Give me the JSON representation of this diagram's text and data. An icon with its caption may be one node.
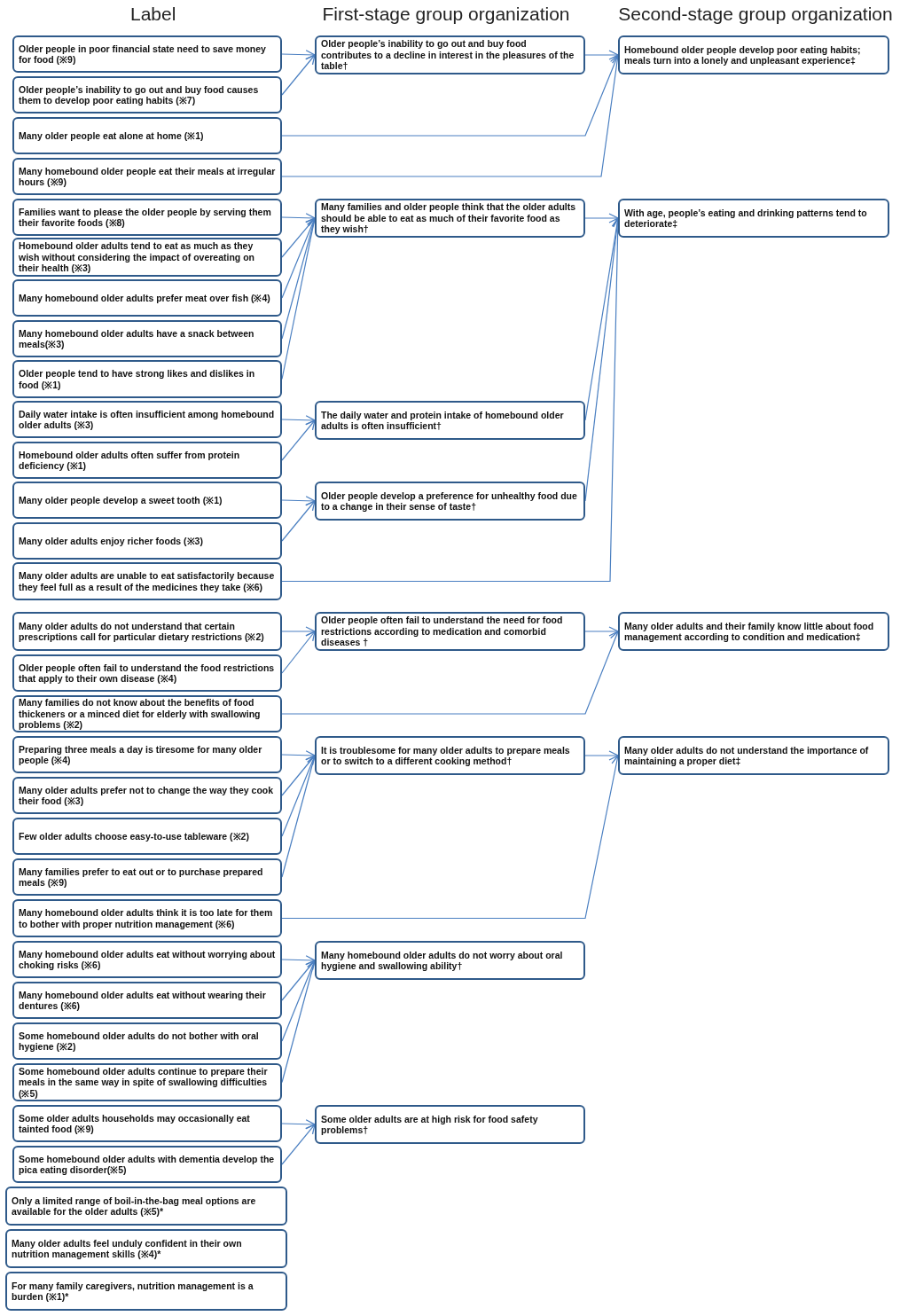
{
  "diagram": {
    "nodes": [
      {
        "text": [
          "Older people in poor financial state need to save money for food (※9)"
        ]
      },
      {
        "text": [
          "Older people’s inability to go out and buy food causes them to develop poor eating habits (※7)"
        ]
      },
      {
        "text": [
          "Many older people eat alone at home (※1)"
        ]
      },
      {
        "text": [
          "Many homebound older people eat their meals at irregular hours (※9)"
        ]
      },
      {
        "text": [
          "Families want to please the older people by serving them their favorite foods (※8)"
        ]
      },
      {
        "text": [
          "Homebound older adults tend to eat as much as they wish without considering the impact of overeating on their health (※3)"
        ]
      },
      {
        "text": [
          "Many homebound older adults prefer meat over fish (※4)"
        ]
      },
      {
        "text": [
          "Many homebound older adults have a snack between meals(※3)"
        ]
      },
      {
        "text": [
          "Older people tend to have strong likes and dislikes in food (※1)"
        ]
      },
      {
        "text": [
          "Daily water intake is often insufficient among homebound older adults (※3)"
        ]
      },
      {
        "text": [
          "Homebound older adults often suffer from protein deficiency (※1)"
        ]
      },
      {
        "text": [
          "Many older people develop a sweet tooth (※1)"
        ]
      },
      {
        "text": [
          "Many older adults enjoy richer foods (※3)"
        ]
      },
      {
        "text": [
          "Many older adults are unable to eat satisfactorily because they feel full as a result of the medicines they take (※6)"
        ]
      },
      {
        "text": [
          "Many older adults do not understand that certain prescriptions call for particular dietary restrictions (※2)"
        ]
      },
      {
        "text": [
          "Older people often fail to understand the food restrictions that apply to their own disease (※4)"
        ]
      },
      {
        "text": [
          "Many families do not know about the benefits of food thickeners or a minced diet for elderly with swallowing problems (※2)"
        ]
      },
      {
        "text": [
          "Preparing three meals a day is tiresome for many older people (※4)"
        ]
      },
      {
        "text": [
          "Many older adults prefer not to change the way they cook their food (※3)"
        ]
      },
      {
        "text": [
          "Few older adults choose easy-to-use tableware (※2)"
        ]
      },
      {
        "text": [
          "Many families prefer to eat out or to purchase prepared meals (※9)"
        ]
      },
      {
        "text": [
          "Many homebound older adults think it is too late for them to bother with proper nutrition management (※6)"
        ]
      },
      {
        "text": [
          "Many homebound older adults eat without worrying about choking risks (※6)"
        ]
      },
      {
        "text": [
          "Many homebound older adults eat without wearing their dentures (※6)"
        ]
      },
      {
        "text": [
          "Some homebound older adults do not bother with oral hygiene (※2)"
        ]
      },
      {
        "text": [
          "Some homebound older adults continue to prepare their meals in the same way in spite of swallowing difficulties (※5)"
        ]
      },
      {
        "text": [
          "Some older adults households may occasionally eat tainted food (※9)"
        ]
      },
      {
        "text": [
          "Some homebound older adults with dementia develop the pica eating disorder(※5)"
        ]
      },
      {
        "text": [
          "Only a limited range of boil-in-the-bag meal options are available for the older adults (※5)*"
        ]
      },
      {
        "text": [
          "Many older adults feel unduly confident in their own nutrition management skills (※4)*"
        ]
      },
      {
        "text": [
          "For many family caregivers, nutrition management is a burden (※1)*"
        ]
      },
      {
        "text": [
          "Older people’s inability to go out and buy food contributes to a decline in interest in the pleasures of the table†"
        ]
      },
      {
        "text": [
          "Many families and older people think that the older adults should be able to eat as much of their favorite food as they wish†"
        ]
      },
      {
        "text": [
          "The daily water and protein intake of homebound older adults is often insufficient†"
        ]
      },
      {
        "text": [
          "Older people develop a preference for unhealthy food due to a change in their sense of taste†"
        ]
      },
      {
        "text": [
          "Older people often fail to understand the need for food restrictions according to medication and comorbid diseases †"
        ]
      },
      {
        "text": [
          "It is troublesome for many older adults to prepare meals or to switch to a different cooking method†"
        ]
      },
      {
        "text": [
          "Many homebound older adults do not worry about oral hygiene and swallowing ability†"
        ]
      },
      {
        "text": [
          "Some older adults are at high risk for food safety problems†"
        ]
      },
      {
        "text": [
          "Homebound older people develop poor eating habits; meals turn into a lonely and unpleasant experience‡"
        ]
      },
      {
        "text": [
          "With age, people’s eating and drinking patterns tend to deteriorate‡"
        ]
      },
      {
        "text": [
          "Many older adults and their family know little about food management according to condition and medication‡"
        ]
      },
      {
        "text": [
          "Many older adults do not understand the importance of maintaining a proper diet‡"
        ]
      }
    ],
    "edges": [
      {
        "from": 0,
        "to": 31,
        "arrow": "to"
      },
      {
        "from": 1,
        "to": 31,
        "arrow": "to"
      },
      {
        "from": 31,
        "to": 39,
        "arrow": "to"
      },
      {
        "from": 2,
        "to": 39,
        "arrow": "to"
      },
      {
        "from": 3,
        "to": 39,
        "arrow": "to"
      },
      {
        "from": 4,
        "to": 32,
        "arrow": "to"
      },
      {
        "from": 5,
        "to": 32,
        "arrow": "to"
      },
      {
        "from": 6,
        "to": 32,
        "arrow": "to"
      },
      {
        "from": 7,
        "to": 32,
        "arrow": "to"
      },
      {
        "from": 8,
        "to": 32,
        "arrow": "to"
      },
      {
        "from": 32,
        "to": 40,
        "arrow": "to"
      },
      {
        "from": 9,
        "to": 33,
        "arrow": "to"
      },
      {
        "from": 10,
        "to": 33,
        "arrow": "to"
      },
      {
        "from": 33,
        "to": 40,
        "arrow": "to"
      },
      {
        "from": 11,
        "to": 34,
        "arrow": "to"
      },
      {
        "from": 12,
        "to": 34,
        "arrow": "to"
      },
      {
        "from": 34,
        "to": 40,
        "arrow": "to"
      },
      {
        "from": 13,
        "to": 40,
        "arrow": "to"
      },
      {
        "from": 14,
        "to": 35,
        "arrow": "to"
      },
      {
        "from": 15,
        "to": 35,
        "arrow": "to"
      },
      {
        "from": 35,
        "to": 41,
        "arrow": "to"
      },
      {
        "from": 16,
        "to": 41,
        "arrow": "to"
      },
      {
        "from": 17,
        "to": 36,
        "arrow": "to"
      },
      {
        "from": 18,
        "to": 36,
        "arrow": "to"
      },
      {
        "from": 19,
        "to": 36,
        "arrow": "to"
      },
      {
        "from": 20,
        "to": 36,
        "arrow": "to"
      },
      {
        "from": 36,
        "to": 42,
        "arrow": "to"
      },
      {
        "from": 21,
        "to": 42,
        "arrow": "to"
      },
      {
        "from": 22,
        "to": 37,
        "arrow": "to"
      },
      {
        "from": 23,
        "to": 37,
        "arrow": "to"
      },
      {
        "from": 24,
        "to": 37,
        "arrow": "to"
      },
      {
        "from": 25,
        "to": 37,
        "arrow": "to"
      },
      {
        "from": 26,
        "to": 38,
        "arrow": "to"
      },
      {
        "from": 27,
        "to": 38,
        "arrow": "to"
      }
    ],
    "labels": [
      "Label",
      "First-stage group organization",
      "Second-stage group organization"
    ]
  }
}
